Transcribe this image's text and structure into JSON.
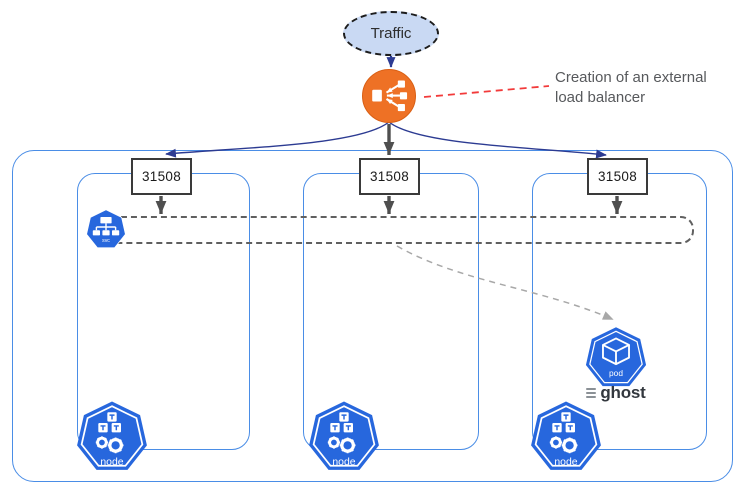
{
  "diagram": {
    "traffic": {
      "label": "Traffic"
    },
    "load_balancer": {
      "annotation": "Creation of an external\nload balancer",
      "icon": "load-balancer-icon"
    },
    "ports": [
      "31508",
      "31508",
      "31508"
    ],
    "service": {
      "icon": "service-svc-icon",
      "icon_label": "svc"
    },
    "pod": {
      "icon": "pod-icon",
      "icon_label": "pod",
      "app": "ghost"
    },
    "nodes": [
      {
        "icon": "node-icon",
        "icon_label": "node"
      },
      {
        "icon": "node-icon",
        "icon_label": "node"
      },
      {
        "icon": "node-icon",
        "icon_label": "node"
      }
    ],
    "colors": {
      "k8s_blue": "#2767dd",
      "lb_orange": "#ee7125",
      "cluster_border": "#4a8de6",
      "arrow_navy": "#2c3b92",
      "arrow_gray": "#4f4f4f",
      "annotation_red": "#f23a3a",
      "traffic_fill": "#c9d9f3"
    }
  }
}
